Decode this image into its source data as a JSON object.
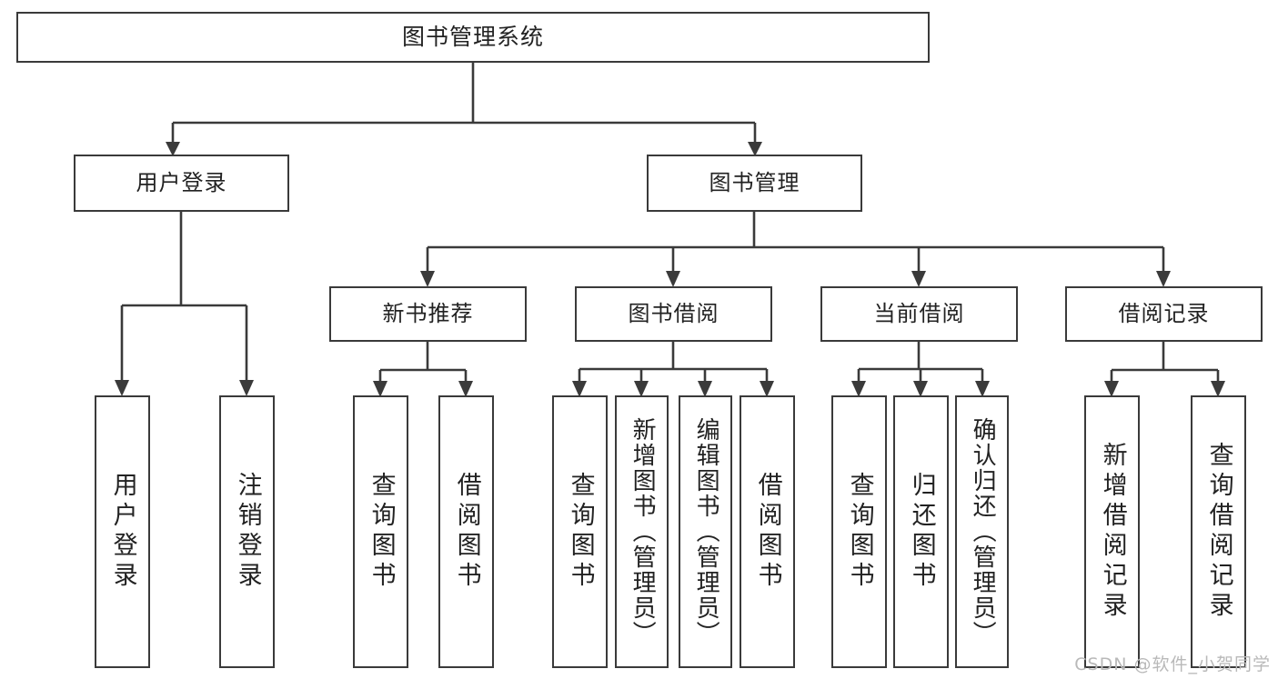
{
  "diagram": {
    "title": "图书管理系统",
    "type": "tree-diagram",
    "watermark": "CSDN @软件_小贺同学",
    "colors": {
      "box_border": "#3a3a3a",
      "box_fill": "#ffffff",
      "text": "#222222",
      "connector": "#3a3a3a",
      "watermark": "#b9b9b9"
    },
    "nodes": {
      "root": "图书管理系统",
      "level2": {
        "user_login": "用户登录",
        "book_manage": "图书管理"
      },
      "level3": {
        "new_book_rec": "新书推荐",
        "book_borrow": "图书借阅",
        "current_borrow": "当前借阅",
        "borrow_record": "借阅记录"
      },
      "leaves": {
        "user_login_1": "用户登录",
        "user_login_2": "注销登录",
        "new_book_rec_1": "查询图书",
        "new_book_rec_2": "借阅图书",
        "book_borrow_1": "查询图书",
        "book_borrow_2": "新增图书（管理员）",
        "book_borrow_3": "编辑图书（管理员）",
        "book_borrow_4": "借阅图书",
        "current_borrow_1": "查询图书",
        "current_borrow_2": "归还图书",
        "current_borrow_3": "确认归还（管理员）",
        "borrow_record_1": "新增借阅记录",
        "borrow_record_2": "查询借阅记录"
      }
    }
  }
}
